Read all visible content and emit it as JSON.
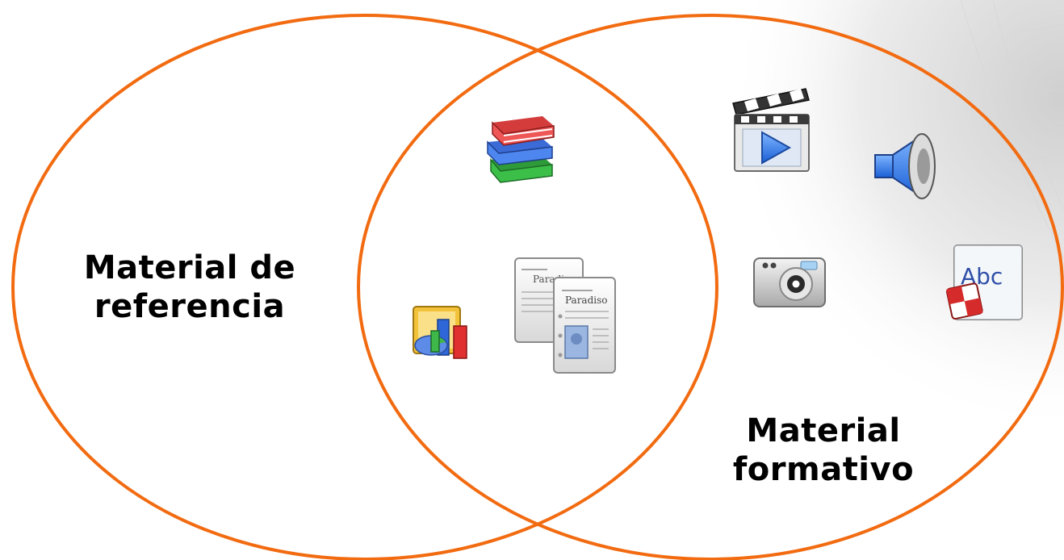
{
  "diagram": {
    "type": "venn",
    "outline_color": "#F26B11",
    "left_set": {
      "label_lines": [
        "Material de",
        "referencia"
      ]
    },
    "right_set": {
      "label_lines": [
        "Material",
        "formativo"
      ]
    },
    "intersection_icons": [
      "books-icon",
      "chart-icon",
      "documents-icon"
    ],
    "right_only_icons": [
      "clapperboard-video-icon",
      "speaker-audio-icon",
      "camera-icon",
      "text-editor-icon"
    ]
  },
  "text": {
    "paradiso_1": "Paradiso",
    "paradiso_2": "Paradiso",
    "abc": "Abc"
  }
}
